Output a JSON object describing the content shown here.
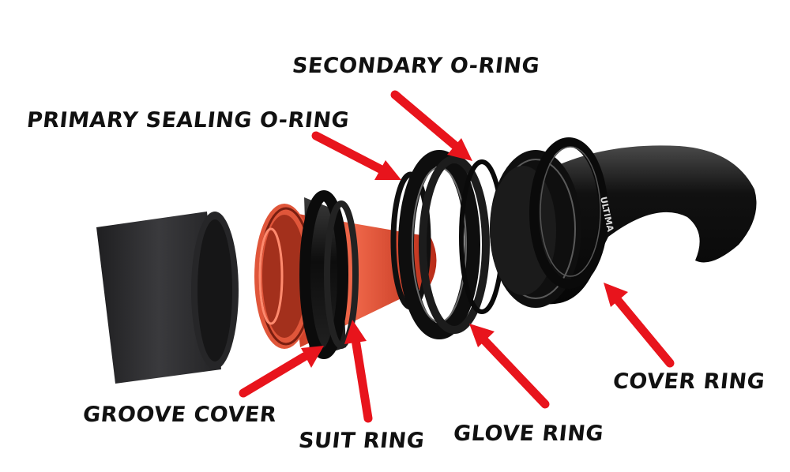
{
  "labels": {
    "secondary_o_ring": "SECONDARY O-RING",
    "primary_sealing_o_ring": "PRIMARY SEALING O-RING",
    "cover_ring": "COVER RING",
    "groove_cover": "GROOVE COVER",
    "suit_ring": "SUIT RING",
    "glove_ring": "GLOVE RING"
  },
  "brand_text": "ULTIMA",
  "colors": {
    "arrow": "#e8141c",
    "suit_ring": "#e24a2e",
    "black_part": "#141414",
    "fabric": "#2e2e30"
  }
}
